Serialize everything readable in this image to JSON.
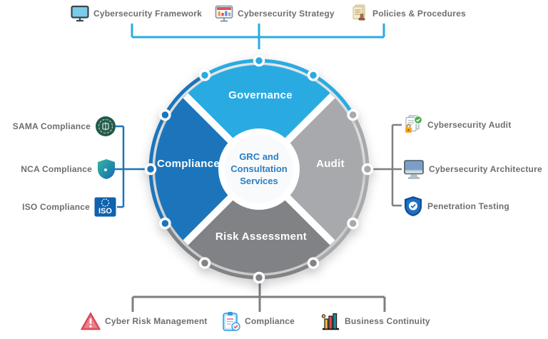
{
  "colors": {
    "light_blue": "#29ABE2",
    "dark_blue": "#1C75BB",
    "light_gray": "#A7A9AC",
    "mid_gray": "#808285",
    "label_gray": "#6D6E71",
    "center_blue": "#2E7EC0",
    "bracket_gray": "#7D7F82",
    "white": "#FFFFFF"
  },
  "wheel": {
    "center_lines": [
      "GRC and",
      "Consultation",
      "Services"
    ],
    "quadrants": [
      {
        "label": "Governance",
        "color": "#29ABE2"
      },
      {
        "label": "Compliance",
        "color": "#1C75BB"
      },
      {
        "label": "Audit",
        "color": "#A7A9AC"
      },
      {
        "label": "Risk Assessment",
        "color": "#808285"
      }
    ]
  },
  "top_items": [
    {
      "label": "Cybersecurity Framework",
      "icon": "monitor-framework-icon"
    },
    {
      "label": "Cybersecurity Strategy",
      "icon": "monitor-strategy-icon"
    },
    {
      "label": "Policies & Procedures",
      "icon": "documents-stamp-icon"
    }
  ],
  "left_items": [
    {
      "label": "SAMA Compliance",
      "icon": "sama-logo-icon"
    },
    {
      "label": "NCA Compliance",
      "icon": "nca-shield-icon"
    },
    {
      "label": "ISO Compliance",
      "icon": "iso-logo-icon"
    }
  ],
  "right_items": [
    {
      "label": "Cybersecurity Audit",
      "icon": "audit-document-icon"
    },
    {
      "label": "Cybersecurity Architecture",
      "icon": "architecture-monitor-icon"
    },
    {
      "label": "Penetration Testing",
      "icon": "pentest-shield-icon"
    }
  ],
  "bottom_items": [
    {
      "label": "Cyber Risk Management",
      "icon": "warning-triangle-icon"
    },
    {
      "label": "Compliance",
      "icon": "clipboard-check-icon"
    },
    {
      "label": "Business Continuity",
      "icon": "bar-chart-icon"
    }
  ]
}
